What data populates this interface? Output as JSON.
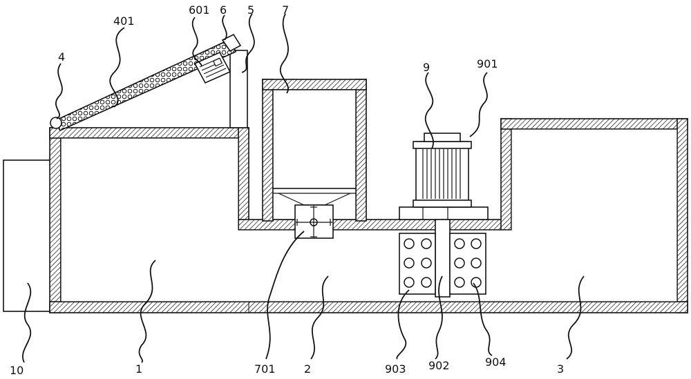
{
  "figure": {
    "labels": {
      "l401": "401",
      "l601": "601",
      "l6": "6",
      "l5": "5",
      "l7": "7",
      "l9": "9",
      "l901": "901",
      "l4": "4",
      "l10": "10",
      "l1": "1",
      "l701": "701",
      "l2": "2",
      "l903": "903",
      "l902": "902",
      "l904": "904",
      "l3": "3"
    }
  }
}
